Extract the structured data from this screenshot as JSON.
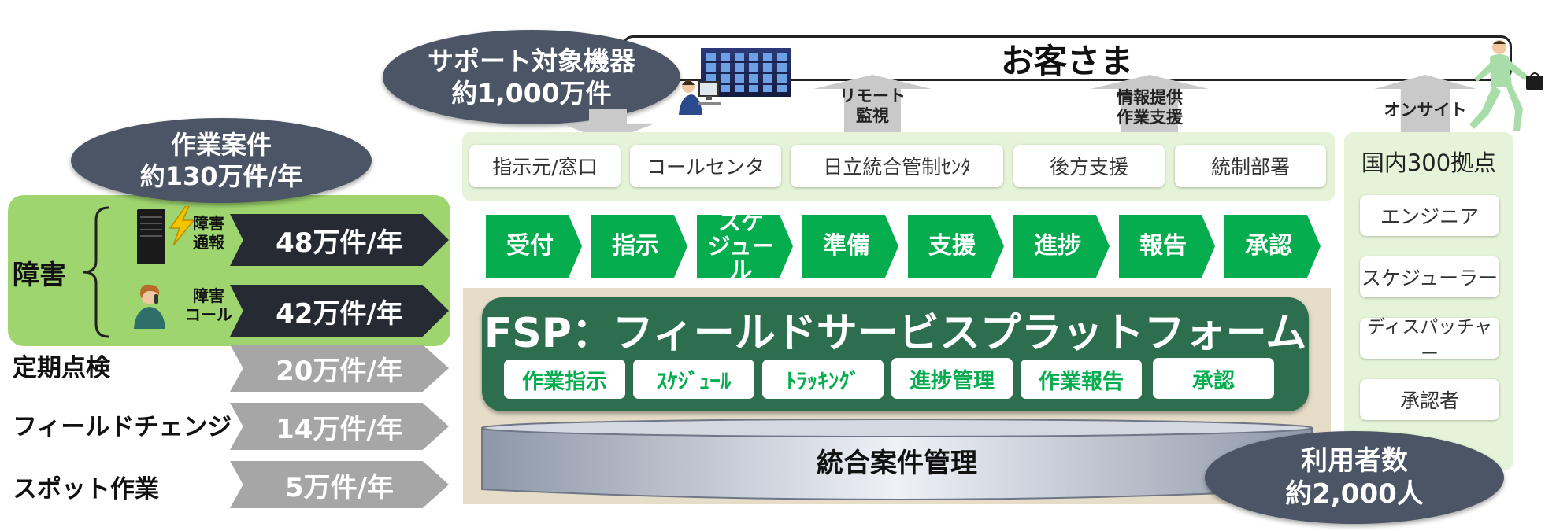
{
  "customer": {
    "label": "お客さま"
  },
  "supported_devices": {
    "line1": "サポート対象機器",
    "line2": "約1,000万件"
  },
  "arrows_up": [
    {
      "id": "remote",
      "line1": "リモート",
      "line2": "監視"
    },
    {
      "id": "info",
      "line1": "情報提供",
      "line2": "作業支援"
    },
    {
      "id": "onsite",
      "line1": "オンサイト",
      "line2": ""
    }
  ],
  "orgs": [
    "指示元/窓口",
    "コールセンタ",
    "日立統合管制ｾﾝﾀ",
    "後方支援",
    "統制部署"
  ],
  "steps": [
    "受付",
    "指示",
    "スケ\nジュール",
    "準備",
    "支援",
    "進捗",
    "報告",
    "承認"
  ],
  "fsp": {
    "title": "FSP：フィールドサービスプラットフォーム",
    "modules": [
      "作業指示",
      "ｽｹｼﾞｭｰﾙ",
      "ﾄﾗｯｷﾝｸﾞ",
      "進捗管理",
      "作業報告",
      "承認"
    ]
  },
  "integrated": {
    "label": "統合案件管理"
  },
  "work_cases": {
    "line1": "作業案件",
    "line2": "約130万件/年"
  },
  "failure": {
    "label": "障害",
    "items": [
      {
        "label_line1": "障害",
        "label_line2": "通報",
        "count": "48万件/年"
      },
      {
        "label_line1": "障害",
        "label_line2": "コール",
        "count": "42万件/年"
      }
    ]
  },
  "other_rows": [
    {
      "label": "定期点検",
      "count": "20万件/年"
    },
    {
      "label": "フィールドチェンジ",
      "count": "14万件/年"
    },
    {
      "label": "スポット作業",
      "count": "5万件/年"
    }
  ],
  "sites": {
    "title": "国内300拠点",
    "roles": [
      "エンジニア",
      "スケジューラー",
      "ディスパッチャー",
      "承認者"
    ]
  },
  "users": {
    "line1": "利用者数",
    "line2": "約2,000人"
  },
  "colors": {
    "green": "#06ad4f",
    "fsp_dark": "#2c6e4e",
    "light_green": "#e5f4d8",
    "panel_green": "#9fd56f",
    "ellipse": "#4b5566",
    "beige": "#e6ddc9"
  }
}
